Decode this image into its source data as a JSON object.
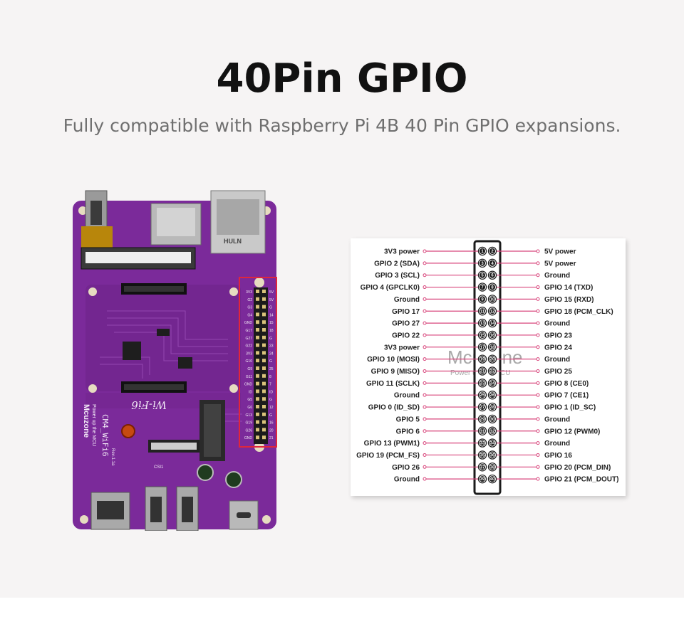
{
  "header": {
    "title": "40Pin GPIO",
    "subtitle": "Fully compatible with Raspberry Pi 4B 40 Pin GPIO expansions."
  },
  "board": {
    "brand": "Mcuzone",
    "tagline": "Power up the MCU",
    "model": "CM4_WiFi6",
    "revision": "Rev-1.1a",
    "wifi_label": "Wi-Fi6",
    "csi_label": "CSI1",
    "jack_label": "HULN",
    "gpio_left": [
      "3V3",
      "G2",
      "G3",
      "G4",
      "GND",
      "G17",
      "G27",
      "G22",
      "3V3",
      "G10",
      "G9",
      "G11",
      "GND",
      "ID",
      "G5",
      "G6",
      "G13",
      "G19",
      "G26",
      "GND"
    ],
    "gpio_right": [
      "5V",
      "5V",
      "G",
      "14",
      "15",
      "18",
      "G",
      "23",
      "24",
      "G",
      "25",
      "8",
      "7",
      "ID",
      "G",
      "12",
      "G",
      "16",
      "20",
      "21"
    ]
  },
  "pinout": {
    "watermark_brand": "Mcuzone",
    "watermark_tagline": "Power up the MCU",
    "left_labels": [
      "3V3 power",
      "GPIO 2 (SDA)",
      "GPIO 3 (SCL)",
      "GPIO 4 (GPCLK0)",
      "Ground",
      "GPIO 17",
      "GPIO 27",
      "GPIO 22",
      "3V3 power",
      "GPIO 10 (MOSI)",
      "GPIO 9 (MISO)",
      "GPIO 11 (SCLK)",
      "Ground",
      "GPIO 0 (ID_SD)",
      "GPIO 5",
      "GPIO 6",
      "GPIO 13 (PWM1)",
      "GPIO 19 (PCM_FS)",
      "GPIO 26",
      "Ground"
    ],
    "right_labels": [
      "5V power",
      "5V power",
      "Ground",
      "GPIO 14 (TXD)",
      "GPIO 15 (RXD)",
      "GPIO 18 (PCM_CLK)",
      "Ground",
      "GPIO 23",
      "GPIO 24",
      "Ground",
      "GPIO 25",
      "GPIO 8 (CE0)",
      "GPIO 7 (CE1)",
      "GPIO 1 (ID_SC)",
      "Ground",
      "GPIO 12 (PWM0)",
      "Ground",
      "GPIO 16",
      "GPIO 20 (PCM_DIN)",
      "GPIO 21 (PCM_DOUT)"
    ],
    "pin_numbers": [
      1,
      2,
      3,
      4,
      5,
      6,
      7,
      8,
      9,
      10,
      11,
      12,
      13,
      14,
      15,
      16,
      17,
      18,
      19,
      20,
      21,
      22,
      23,
      24,
      25,
      26,
      27,
      28,
      29,
      30,
      31,
      32,
      33,
      34,
      35,
      36,
      37,
      38,
      39,
      40
    ]
  },
  "colors": {
    "board_purple": "#7b2a9a",
    "board_dark": "#5e1c78",
    "highlight_red": "#e0263c",
    "line_pink": "#d8467c",
    "pin_red": "#c41e2a",
    "header_black": "#1b1b1b"
  }
}
